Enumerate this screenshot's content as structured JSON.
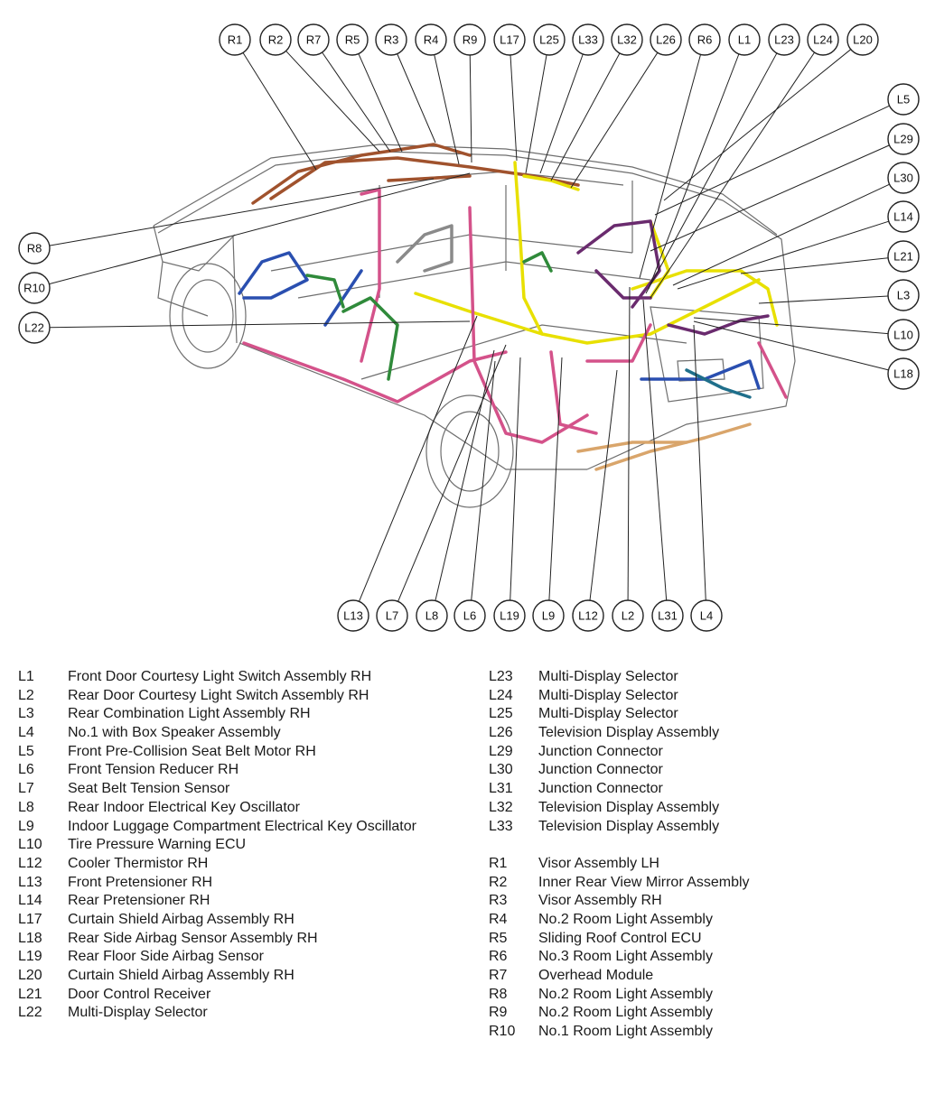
{
  "callouts_top": [
    "R1",
    "R2",
    "R7",
    "R5",
    "R3",
    "R4",
    "R9",
    "L17",
    "L25",
    "L33",
    "L32",
    "L26",
    "R6",
    "L1",
    "L23",
    "L24",
    "L20"
  ],
  "callouts_left": [
    "R8",
    "R10",
    "L22"
  ],
  "callouts_right": [
    "L5",
    "L29",
    "L30",
    "L14",
    "L21",
    "L3",
    "L10",
    "L18"
  ],
  "callouts_bottom": [
    "L13",
    "L7",
    "L8",
    "L6",
    "L19",
    "L9",
    "L12",
    "L2",
    "L31",
    "L4"
  ],
  "harness_colors": {
    "roof": "#a0522d",
    "yellow": "#e8e000",
    "pink": "#d4528a",
    "blue": "#2a4fb0",
    "green": "#2f8a3a",
    "purple": "#6a2b6e",
    "tan": "#d9a56b",
    "teal": "#1f6f8b",
    "gray": "#8a8a8a"
  },
  "legend_left": [
    {
      "code": "L1",
      "text": "Front Door Courtesy Light Switch Assembly RH"
    },
    {
      "code": "L2",
      "text": "Rear Door Courtesy Light Switch Assembly RH"
    },
    {
      "code": "L3",
      "text": "Rear Combination Light Assembly RH"
    },
    {
      "code": "L4",
      "text": "No.1 with Box Speaker Assembly"
    },
    {
      "code": "L5",
      "text": "Front Pre-Collision Seat Belt Motor RH"
    },
    {
      "code": "L6",
      "text": "Front Tension Reducer RH"
    },
    {
      "code": "L7",
      "text": "Seat Belt Tension Sensor"
    },
    {
      "code": "L8",
      "text": "Rear Indoor Electrical Key Oscillator"
    },
    {
      "code": "L9",
      "text": "Indoor Luggage Compartment Electrical Key Oscillator"
    },
    {
      "code": "L10",
      "text": "Tire Pressure Warning ECU"
    },
    {
      "code": "L12",
      "text": "Cooler Thermistor RH"
    },
    {
      "code": "L13",
      "text": "Front Pretensioner RH"
    },
    {
      "code": "L14",
      "text": "Rear Pretensioner RH"
    },
    {
      "code": "L17",
      "text": "Curtain Shield Airbag Assembly RH"
    },
    {
      "code": "L18",
      "text": "Rear Side Airbag Sensor Assembly RH"
    },
    {
      "code": "L19",
      "text": "Rear Floor Side Airbag Sensor"
    },
    {
      "code": "L20",
      "text": "Curtain Shield Airbag Assembly RH"
    },
    {
      "code": "L21",
      "text": "Door Control Receiver"
    },
    {
      "code": "L22",
      "text": "Multi-Display Selector"
    }
  ],
  "legend_right_l": [
    {
      "code": "L23",
      "text": "Multi-Display Selector"
    },
    {
      "code": "L24",
      "text": "Multi-Display Selector"
    },
    {
      "code": "L25",
      "text": "Multi-Display Selector"
    },
    {
      "code": "L26",
      "text": "Television Display Assembly"
    },
    {
      "code": "L29",
      "text": "Junction Connector"
    },
    {
      "code": "L30",
      "text": "Junction Connector"
    },
    {
      "code": "L31",
      "text": "Junction Connector"
    },
    {
      "code": "L32",
      "text": "Television Display Assembly"
    },
    {
      "code": "L33",
      "text": "Television Display Assembly"
    }
  ],
  "legend_right_r": [
    {
      "code": "R1",
      "text": "Visor Assembly LH"
    },
    {
      "code": "R2",
      "text": "Inner Rear View Mirror Assembly"
    },
    {
      "code": "R3",
      "text": "Visor Assembly RH"
    },
    {
      "code": "R4",
      "text": "No.2 Room Light Assembly"
    },
    {
      "code": "R5",
      "text": "Sliding Roof Control ECU"
    },
    {
      "code": "R6",
      "text": "No.3 Room Light Assembly"
    },
    {
      "code": "R7",
      "text": "Overhead Module"
    },
    {
      "code": "R8",
      "text": "No.2 Room Light Assembly"
    },
    {
      "code": "R9",
      "text": "No.2 Room Light Assembly"
    },
    {
      "code": "R10",
      "text": "No.1 Room Light Assembly"
    }
  ]
}
